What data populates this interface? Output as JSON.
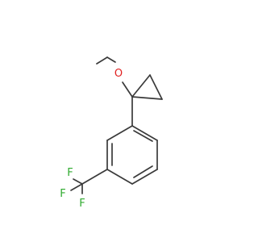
{
  "molecule": {
    "atoms": {
      "oxygen": {
        "symbol": "O",
        "color": "#e02020"
      },
      "fluorine_1": {
        "symbol": "F",
        "color": "#2eaa2e"
      },
      "fluorine_2": {
        "symbol": "F",
        "color": "#2eaa2e"
      },
      "fluorine_3": {
        "symbol": "F",
        "color": "#2eaa2e"
      }
    },
    "bond_color": "#3a3a3a"
  }
}
